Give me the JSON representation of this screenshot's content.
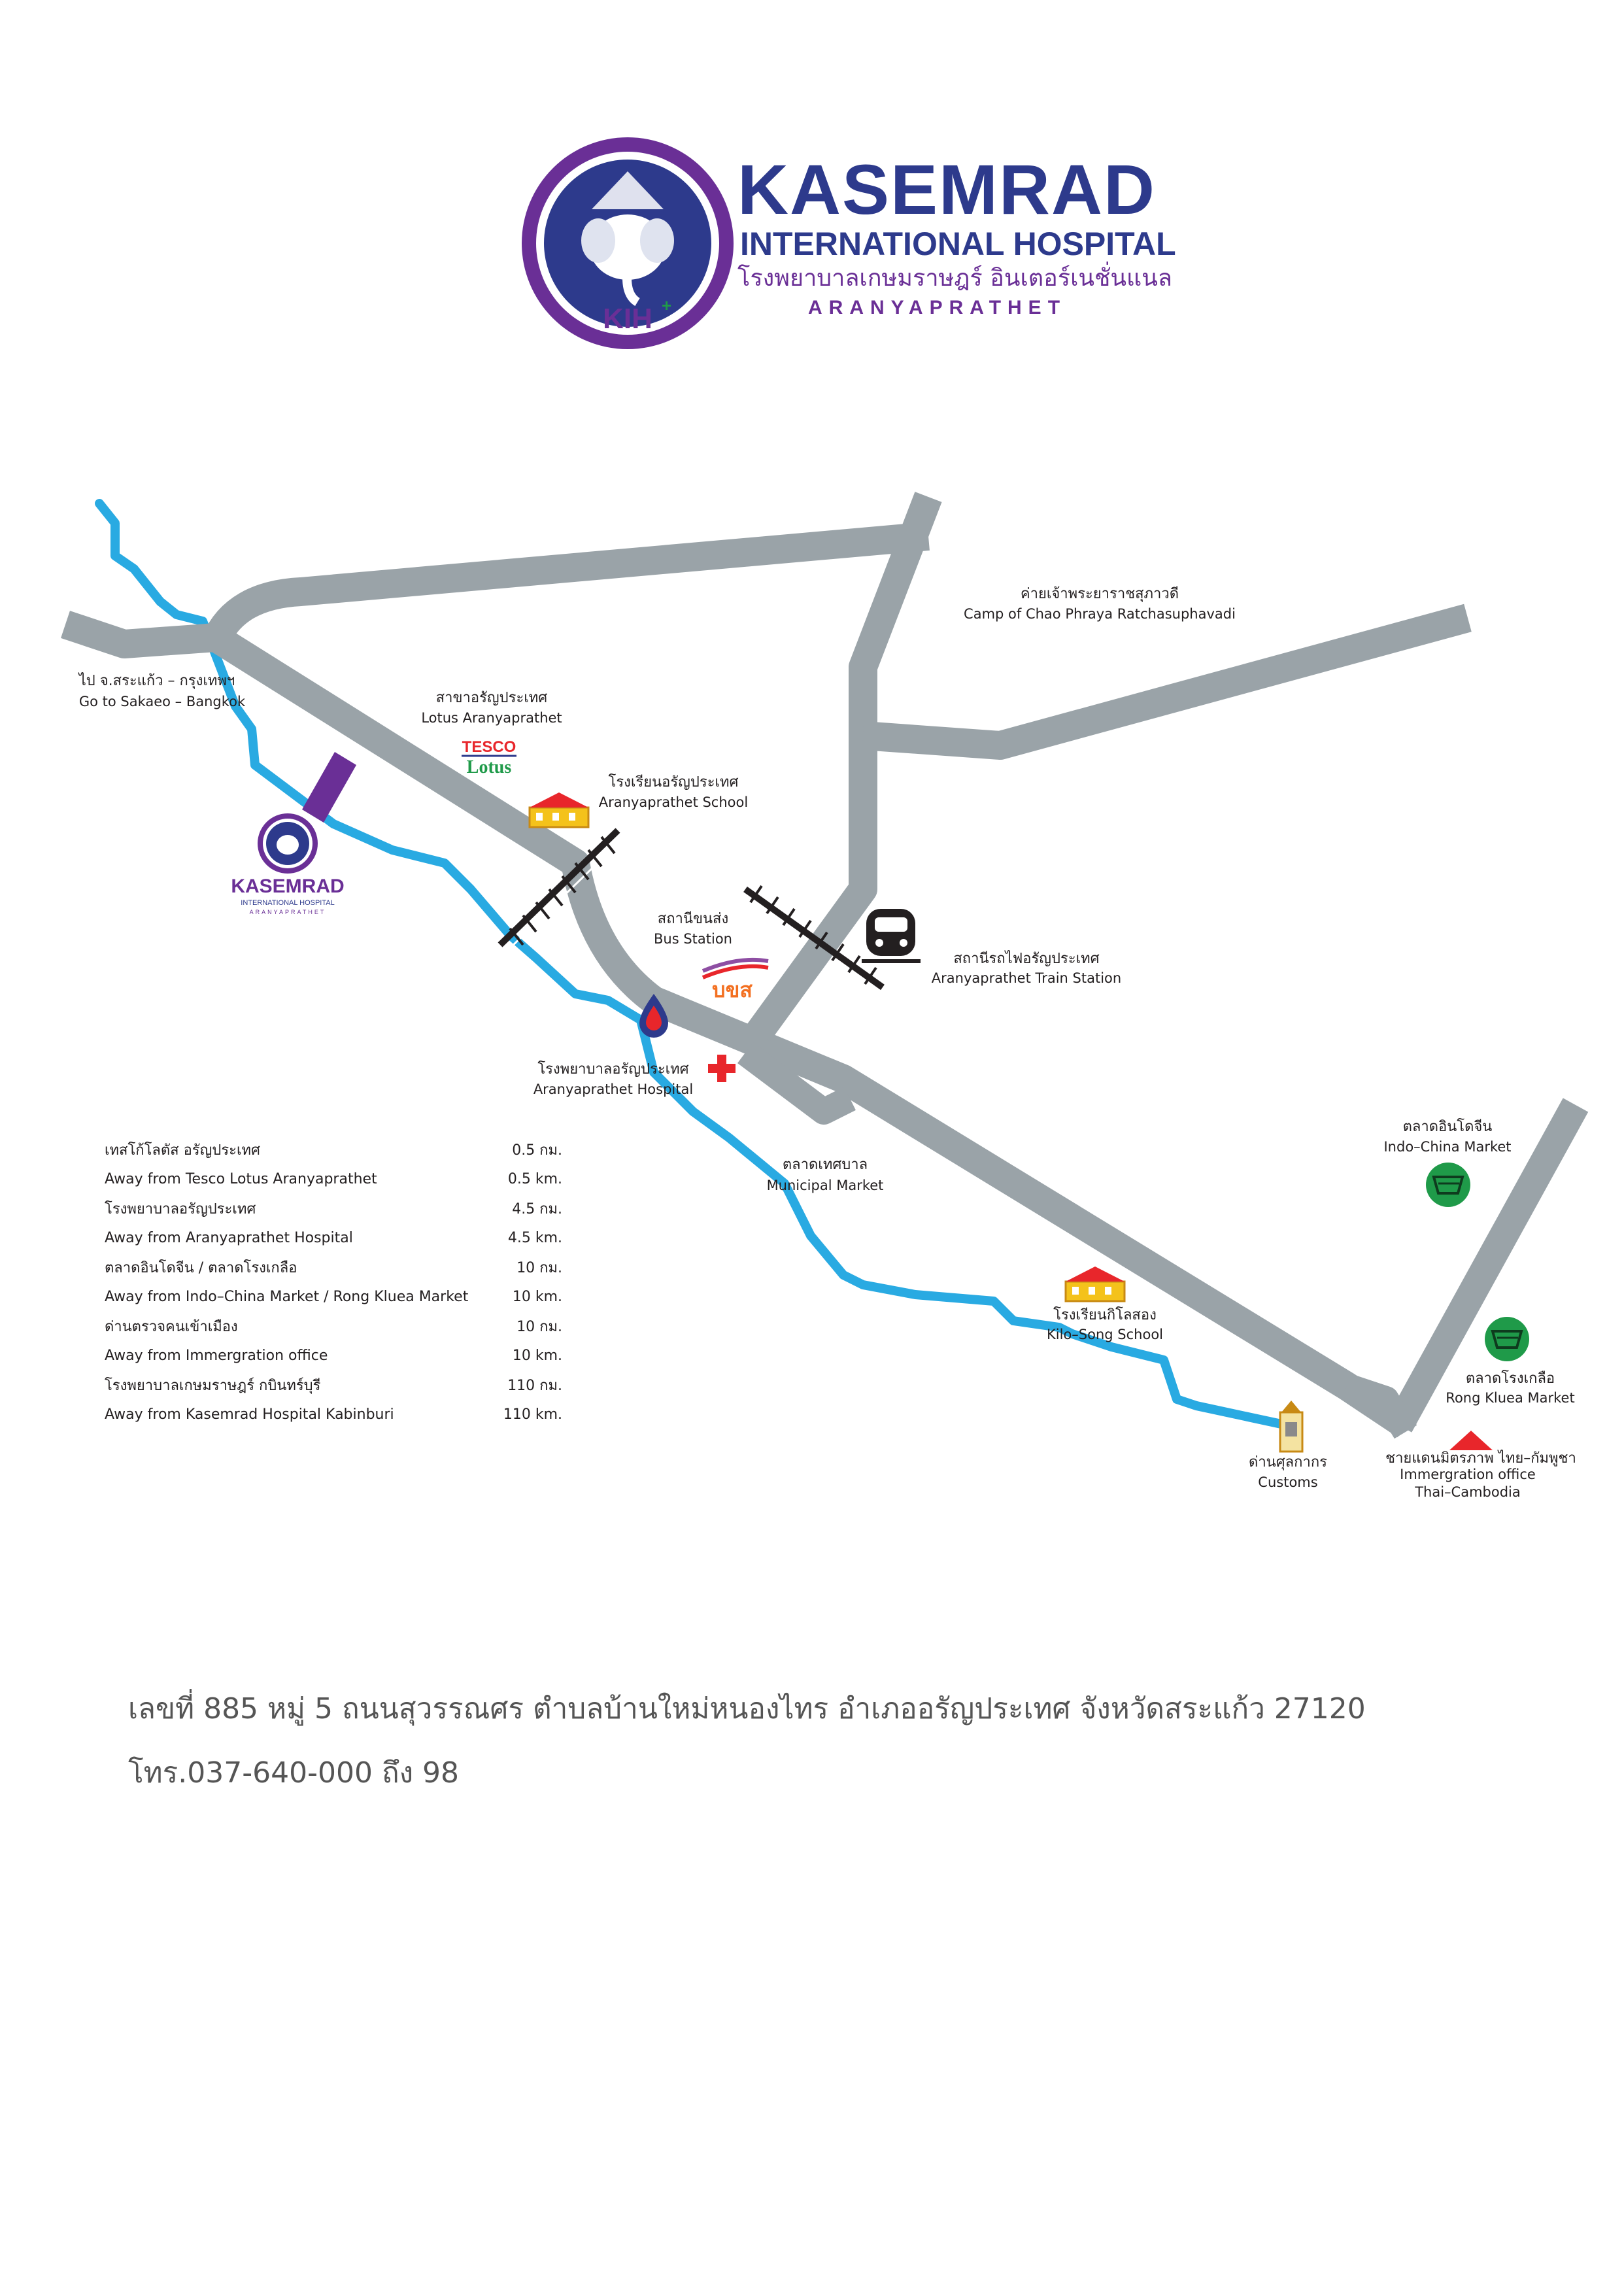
{
  "header": {
    "logo_name": "KASEMRAD",
    "logo_subtitle": "INTERNATIONAL HOSPITAL",
    "logo_thai": "โรงพยาบาลเกษมราษฎร์ อินเตอร์เนชั่นแนล",
    "logo_location": "ARANYAPRATHET",
    "emblem_mark": "KIH",
    "map_logo_name": "KASEMRAD",
    "map_logo_subtitle": "INTERNATIONAL HOSPITAL",
    "map_logo_location": "ARANYAPRATHET"
  },
  "colors": {
    "road": "#9aa3a8",
    "river": "#29aae2",
    "brand_blue": "#2d3a8c",
    "brand_purple": "#6a2f96",
    "hospital_red": "#e8262b",
    "market_green": "#1f9a49"
  },
  "map": {
    "labels": {
      "sakaeo_th": "ไป จ.สระแก้ว – กรุงเทพฯ",
      "sakaeo_en": "Go to Sakaeo – Bangkok",
      "lotus_th": "สาขาอรัญประเทศ",
      "lotus_en": "Lotus Aranyaprathet",
      "tesco_brand": "TESCO",
      "lotus_brand": "Lotus",
      "school_th": "โรงเรียนอรัญประเทศ",
      "school_en": "Aranyaprathet School",
      "camp_th": "ค่ายเจ้าพระยาราชสุภาวดี",
      "camp_en": "Camp of Chao Phraya Ratchasuphavadi",
      "bus_th": "สถานีขนส่ง",
      "bus_en": "Bus Station",
      "bus_logo": "บขส",
      "train_th": "สถานีรถไฟอรัญประเทศ",
      "train_en": "Aranyaprathet Train Station",
      "hospital_th": "โรงพยาบาลอรัญประเทศ",
      "hospital_en": "Aranyaprathet Hospital",
      "municipal_th": "ตลาดเทศบาล",
      "municipal_en": "Municipal Market",
      "indochina_th": "ตลาดอินโดจีน",
      "indochina_en": "Indo–China Market",
      "kilo_th": "โรงเรียนกิโลสอง",
      "kilo_en": "Kilo–Song School",
      "rongkluea_th": "ตลาดโรงเกลือ",
      "rongkluea_en": "Rong Kluea Market",
      "customs_th": "ด่านศุลกากร",
      "customs_en": "Customs",
      "border_th": "ชายแดนมิตรภาพ ไทย–กัมพูชา",
      "border_en1": "Immergration office",
      "border_en2": "Thai–Cambodia"
    }
  },
  "distances": [
    {
      "th": "เทสโก้โลตัส อรัญประเทศ",
      "th_value": "0.5 กม.",
      "en": "Away from Tesco Lotus Aranyaprathet",
      "en_value": "0.5 km."
    },
    {
      "th": "โรงพยาบาลอรัญประเทศ",
      "th_value": "4.5 กม.",
      "en": "Away from Aranyaprathet Hospital",
      "en_value": "4.5 km."
    },
    {
      "th": "ตลาดอินโดจีน / ตลาดโรงเกลือ",
      "th_value": "10 กม.",
      "en": "Away from Indo–China Market / Rong Kluea Market",
      "en_value": "10 km."
    },
    {
      "th": "ด่านตรวจคนเข้าเมือง",
      "th_value": "10 กม.",
      "en": "Away from Immergration office",
      "en_value": "10 km."
    },
    {
      "th": "โรงพยาบาลเกษมราษฎร์ กบินทร์บุรี",
      "th_value": "110 กม.",
      "en": "Away from Kasemrad Hospital Kabinburi",
      "en_value": "110 km."
    }
  ],
  "address": {
    "line1": "เลขที่ 885 หมู่ 5 ถนนสุวรรณศร ตำบลบ้านใหม่หนองไทร อำเภออรัญประเทศ จังหวัดสระแก้ว 27120",
    "line2": "โทร.037-640-000 ถึง 98"
  }
}
